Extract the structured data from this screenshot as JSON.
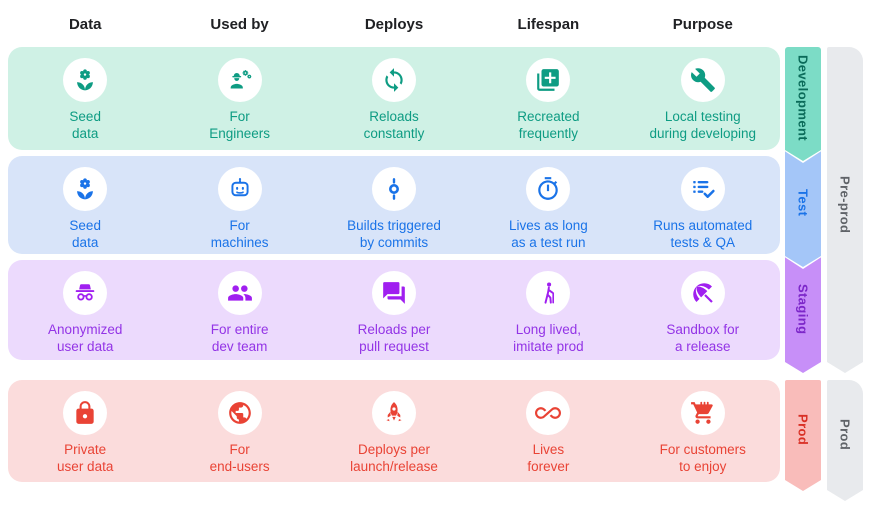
{
  "headers": [
    "Data",
    "Used by",
    "Deploys",
    "Lifespan",
    "Purpose"
  ],
  "rows": [
    {
      "name": "Development",
      "cells": [
        {
          "icon": "seed-flower-icon",
          "label": "Seed\ndata"
        },
        {
          "icon": "engineer-icon",
          "label": "For\nEngineers"
        },
        {
          "icon": "sync-icon",
          "label": "Reloads\nconstantly"
        },
        {
          "icon": "library-add-icon",
          "label": "Recreated\nfrequently"
        },
        {
          "icon": "wrench-icon",
          "label": "Local testing\nduring developing"
        }
      ]
    },
    {
      "name": "Test",
      "cells": [
        {
          "icon": "seed-flower-icon",
          "label": "Seed\ndata"
        },
        {
          "icon": "robot-icon",
          "label": "For\nmachines"
        },
        {
          "icon": "commit-icon",
          "label": "Builds triggered\nby commits"
        },
        {
          "icon": "timer-icon",
          "label": "Lives as long\nas a test run"
        },
        {
          "icon": "checklist-icon",
          "label": "Runs automated\ntests & QA"
        }
      ]
    },
    {
      "name": "Staging",
      "cells": [
        {
          "icon": "incognito-icon",
          "label": "Anonymized\nuser data"
        },
        {
          "icon": "group-icon",
          "label": "For entire\ndev team"
        },
        {
          "icon": "chat-icon",
          "label": "Reloads per\npull request"
        },
        {
          "icon": "elderly-icon",
          "label": "Long lived,\nimitate prod"
        },
        {
          "icon": "beach-umbrella-icon",
          "label": "Sandbox for\na release"
        }
      ]
    },
    {
      "name": "Prod",
      "cells": [
        {
          "icon": "lock-icon",
          "label": "Private\nuser data"
        },
        {
          "icon": "globe-icon",
          "label": "For\nend-users"
        },
        {
          "icon": "rocket-icon",
          "label": "Deploys per\nlaunch/release"
        },
        {
          "icon": "infinity-icon",
          "label": "Lives\nforever"
        },
        {
          "icon": "shopping-cart-icon",
          "label": "For customers\nto enjoy"
        }
      ]
    }
  ],
  "groups": [
    {
      "label": "Pre-prod"
    },
    {
      "label": "Prod"
    }
  ],
  "colors": {
    "dev_bg": "#CFF1E5",
    "dev_fg": "#0E9C83",
    "dev_ribbon": "#7CDCC6",
    "test_bg": "#D8E4F9",
    "test_fg": "#1A73E8",
    "test_ribbon": "#A4C6F8",
    "staging_bg": "#ECDAFD",
    "staging_fg": "#9334E6",
    "staging_ribbon": "#C78FF8",
    "prod_bg": "#FBDCDC",
    "prod_fg": "#E94335",
    "prod_ribbon": "#F9BCBA",
    "group_ribbon": "#E8EAED",
    "group_fg": "#5F6368",
    "header_fg": "#202124"
  }
}
